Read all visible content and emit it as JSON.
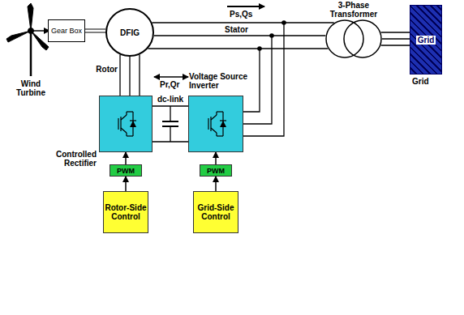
{
  "diagram": {
    "nodes": [
      {
        "text": [
          "Gear Box"
        ]
      },
      {
        "text": [
          "DFIG"
        ]
      },
      {
        "text": [
          "3-Phase Transformer"
        ]
      },
      {
        "text": [
          "Grid"
        ]
      },
      {
        "text": [
          "Controlled Rectifier"
        ]
      },
      {
        "text": [
          "Voltage Source Inverter"
        ]
      },
      {
        "text": [
          "PWM"
        ]
      },
      {
        "text": [
          "PWM"
        ]
      },
      {
        "text": [
          "Rotor-Side Control"
        ]
      },
      {
        "text": [
          "Grid-Side Control"
        ]
      }
    ],
    "edges": [
      {
        "from": 0,
        "to": 1,
        "arrow": "none"
      },
      {
        "from": 1,
        "to": 2,
        "arrow": "none"
      },
      {
        "from": 2,
        "to": 3,
        "arrow": "none"
      },
      {
        "from": 1,
        "to": 4,
        "arrow": "none"
      },
      {
        "from": 4,
        "to": 5,
        "label": "dc-link",
        "arrow": "none"
      },
      {
        "from": 5,
        "to": 2,
        "arrow": "none"
      },
      {
        "from": 6,
        "to": 4,
        "arrow": "to"
      },
      {
        "from": 7,
        "to": 5,
        "arrow": "to"
      },
      {
        "from": 8,
        "to": 6,
        "arrow": "to"
      },
      {
        "from": 9,
        "to": 7,
        "arrow": "to"
      }
    ],
    "labels": [
      "Ps,Qs",
      "Stator",
      "Wind Turbine",
      "Rotor",
      "Pr,Qr",
      "Grid"
    ]
  }
}
